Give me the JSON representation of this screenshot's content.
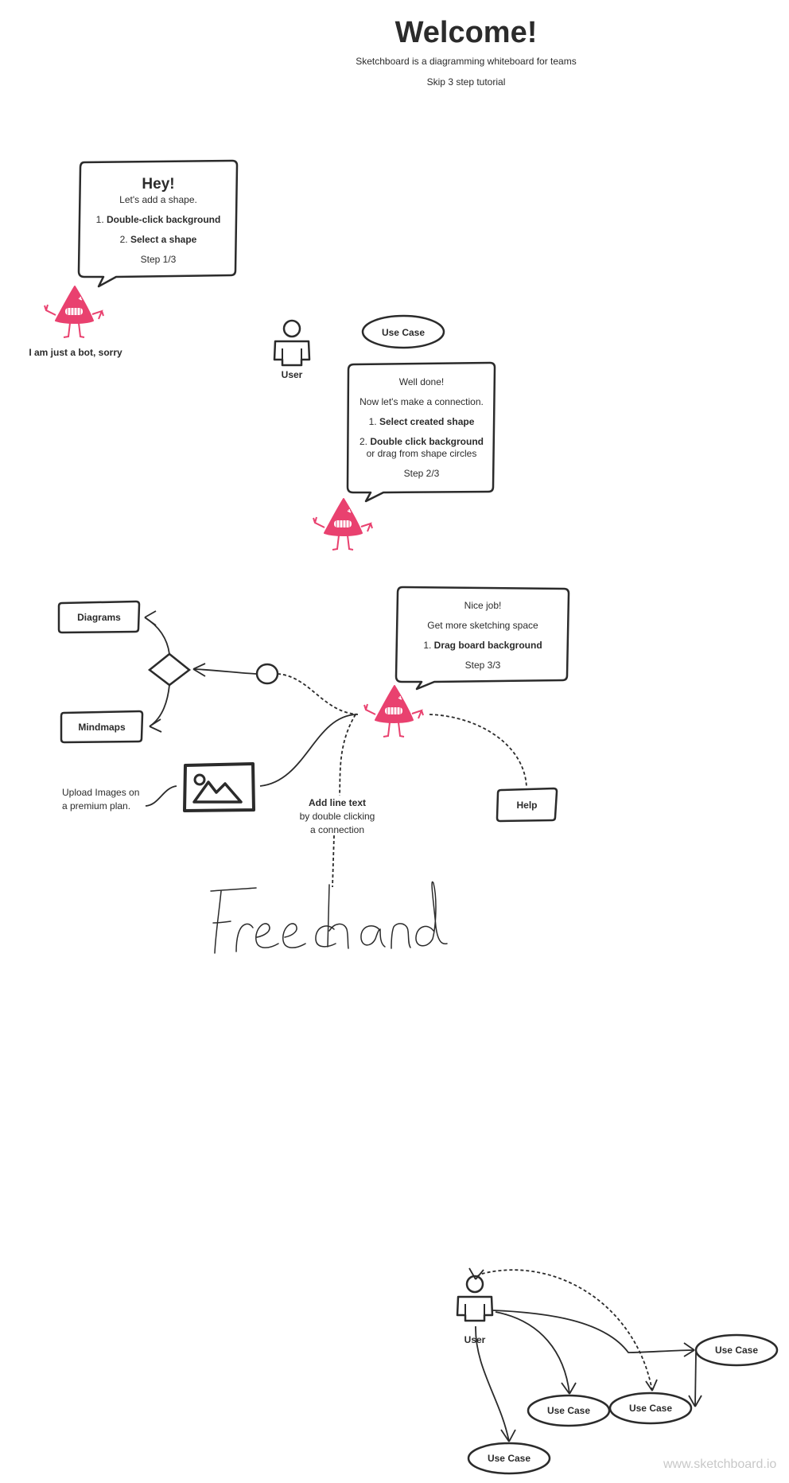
{
  "header": {
    "title": "Welcome!",
    "subtitle": "Sketchboard is a diagramming whiteboard for teams",
    "skip_link": "Skip 3 step tutorial"
  },
  "step1": {
    "heading": "Hey!",
    "intro": "Let's add a shape.",
    "item1_prefix": "1. ",
    "item1_bold": "Double-click background",
    "item2_prefix": "2. ",
    "item2_bold": "Select a shape",
    "step": "Step 1/3"
  },
  "bot": {
    "caption": "I am just a bot, sorry"
  },
  "step2": {
    "line1": "Well done!",
    "line2": "Now let's make a connection.",
    "item1_prefix": "1. ",
    "item1_bold": "Select created shape",
    "item2_prefix": "2. ",
    "item2_bold": "Double click background",
    "item2_sub": "or drag from shape circles",
    "step": "Step 2/3"
  },
  "step3": {
    "line1": "Nice job!",
    "line2": "Get more sketching space",
    "item1_prefix": "1. ",
    "item1_bold": "Drag board background",
    "step": "Step 3/3"
  },
  "shapes": {
    "user": "User",
    "use_case": "Use Case",
    "diagrams": "Diagrams",
    "mindmaps": "Mindmaps",
    "help": "Help",
    "upload_line1": "Upload Images on",
    "upload_line2": "a premium plan.",
    "line_text_bold": "Add line text",
    "line_text_2": "by double clicking",
    "line_text_3": "a connection"
  },
  "usecase_diagram": {
    "user": "User",
    "uc1": "Use Case",
    "uc2": "Use Case",
    "uc3": "Use Case",
    "uc4": "Use Case"
  },
  "watermark": "www.sketchboard.io",
  "colors": {
    "ink": "#2b2b2b",
    "bot": "#e9416f",
    "watermark": "#c8c8c8"
  }
}
